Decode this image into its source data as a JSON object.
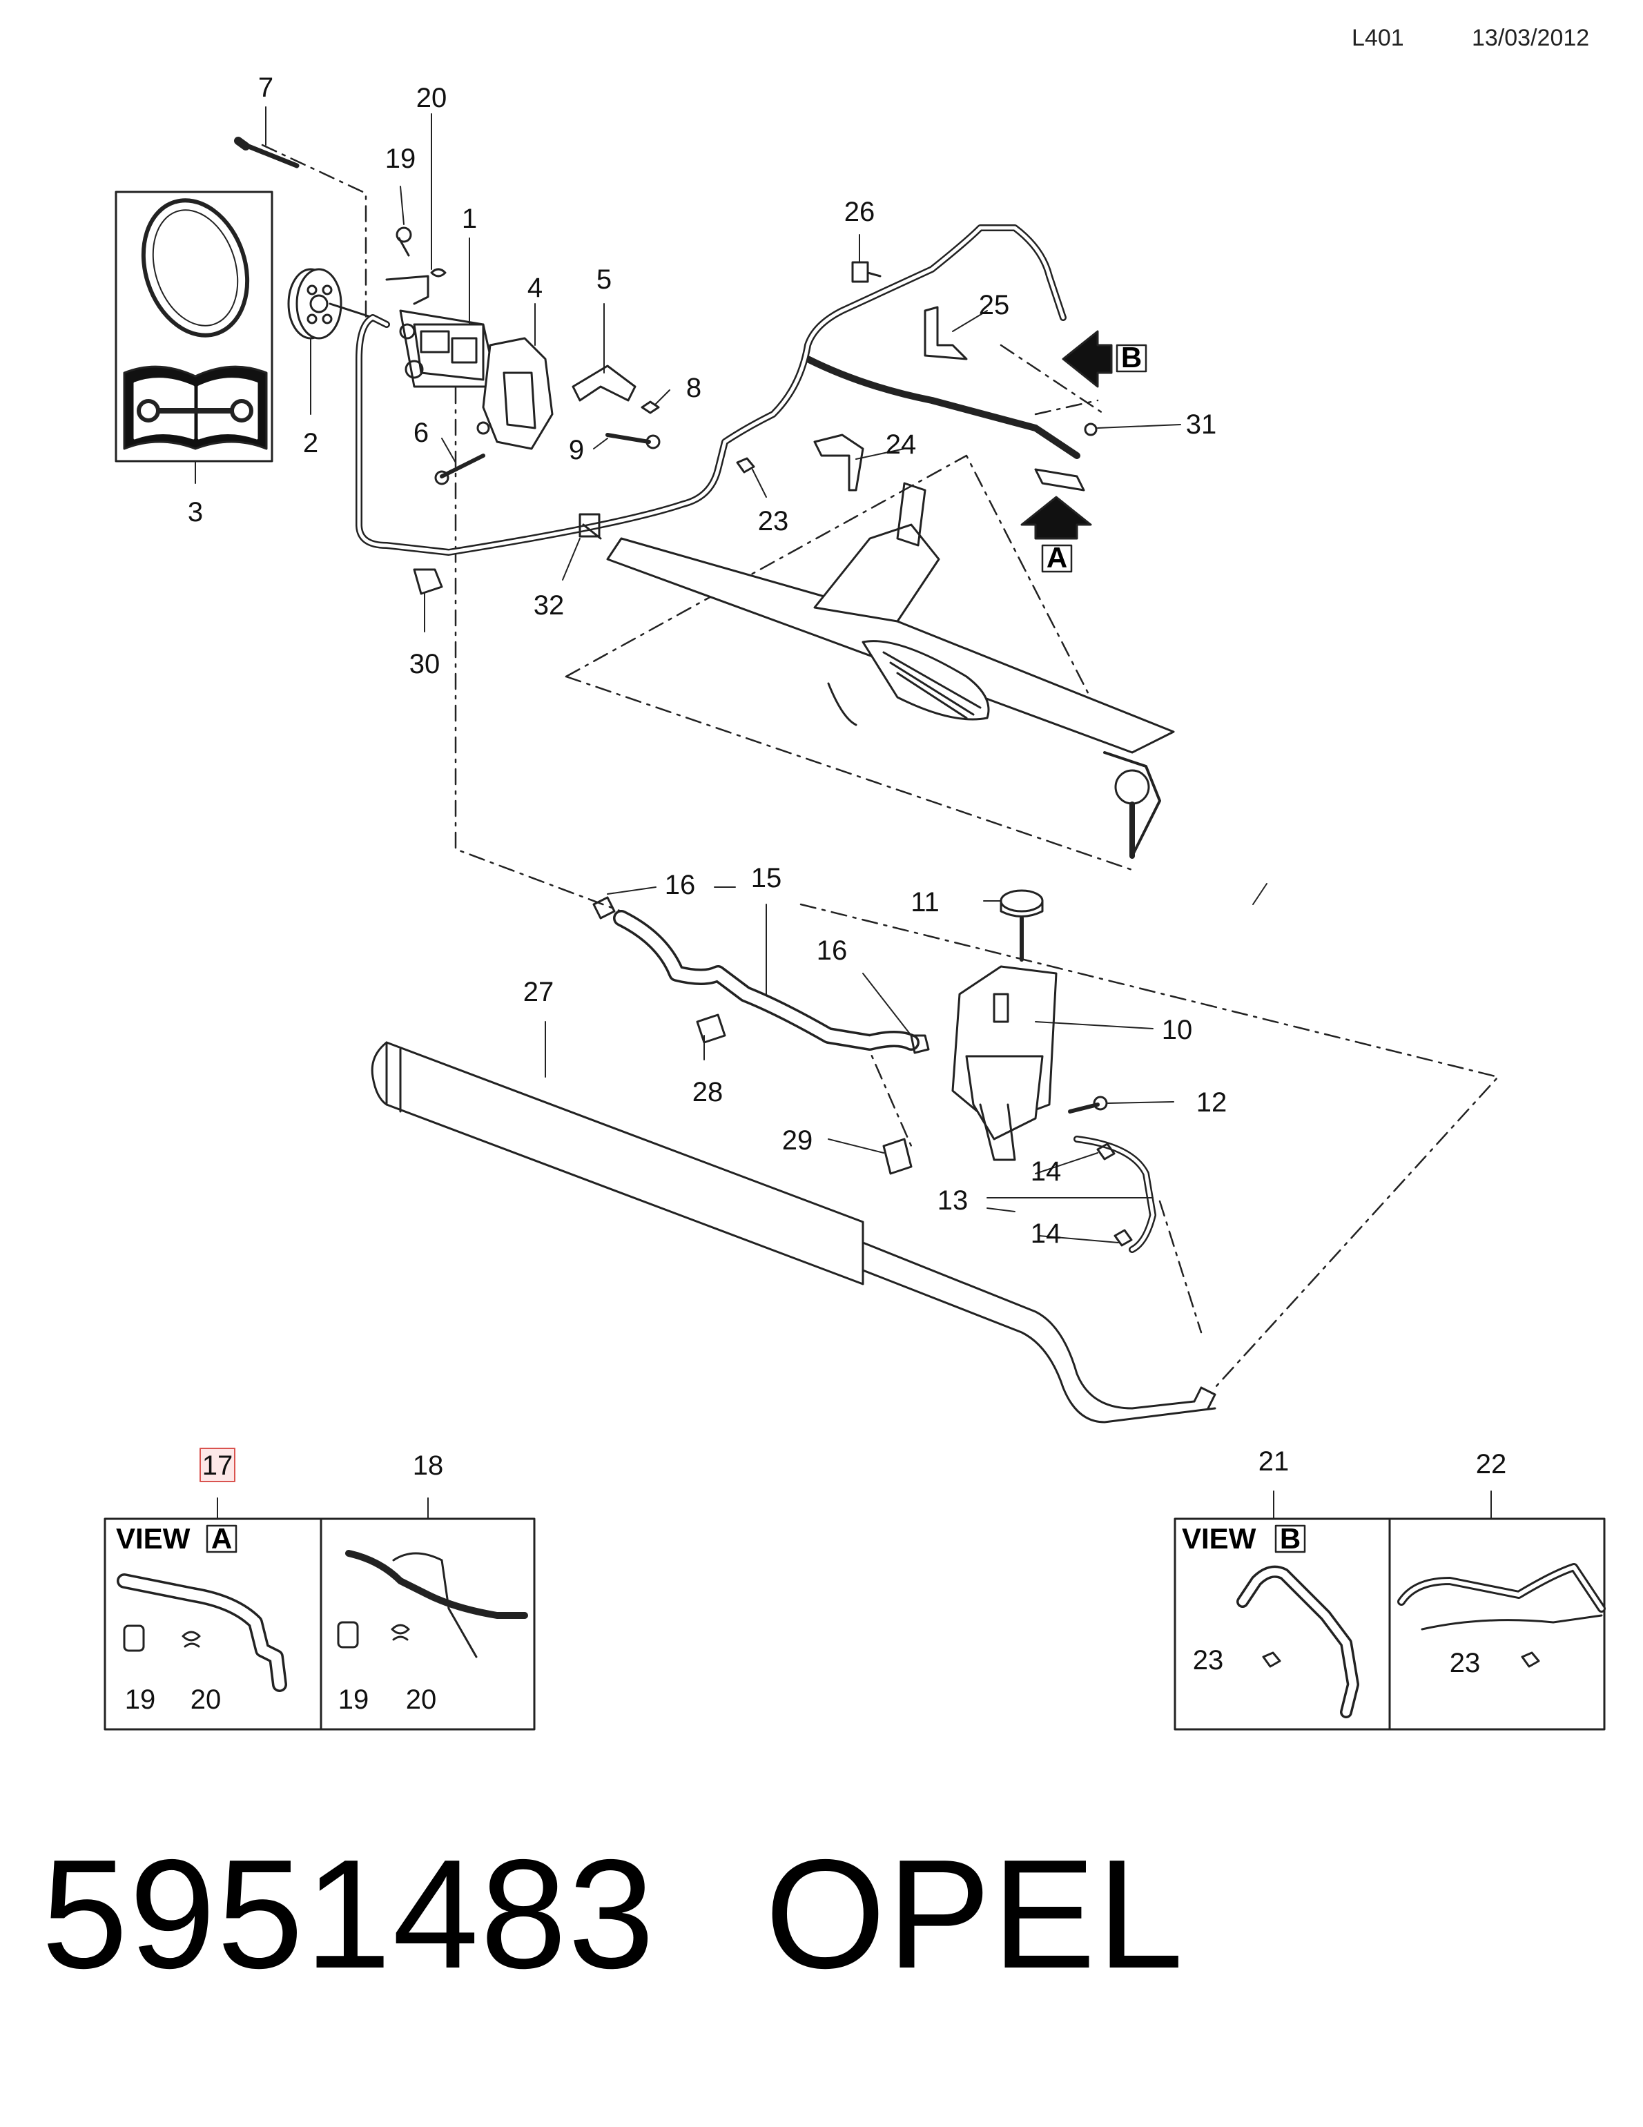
{
  "header": {
    "code": "L401",
    "date": "13/03/2012"
  },
  "footer": {
    "part_number": "5951483",
    "brand": "OPEL"
  },
  "views": {
    "a": {
      "word": "VIEW",
      "letter": "A"
    },
    "b": {
      "word": "VIEW",
      "letter": "B"
    }
  },
  "arrows": {
    "a": "A",
    "b": "B"
  },
  "callouts": [
    {
      "id": "c7",
      "label": "7"
    },
    {
      "id": "c20a",
      "label": "20"
    },
    {
      "id": "c19a",
      "label": "19"
    },
    {
      "id": "c1",
      "label": "1"
    },
    {
      "id": "c4",
      "label": "4"
    },
    {
      "id": "c5",
      "label": "5"
    },
    {
      "id": "c8",
      "label": "8"
    },
    {
      "id": "c9",
      "label": "9"
    },
    {
      "id": "c6",
      "label": "6"
    },
    {
      "id": "c2",
      "label": "2"
    },
    {
      "id": "c3",
      "label": "3"
    },
    {
      "id": "c26",
      "label": "26"
    },
    {
      "id": "c25",
      "label": "25"
    },
    {
      "id": "c31",
      "label": "31"
    },
    {
      "id": "c24",
      "label": "24"
    },
    {
      "id": "c23a",
      "label": "23"
    },
    {
      "id": "c32",
      "label": "32"
    },
    {
      "id": "c30",
      "label": "30"
    },
    {
      "id": "c16a",
      "label": "16"
    },
    {
      "id": "c15",
      "label": "15"
    },
    {
      "id": "c16b",
      "label": "16"
    },
    {
      "id": "c11",
      "label": "11"
    },
    {
      "id": "c27",
      "label": "27"
    },
    {
      "id": "c10",
      "label": "10"
    },
    {
      "id": "c28",
      "label": "28"
    },
    {
      "id": "c12",
      "label": "12"
    },
    {
      "id": "c29",
      "label": "29"
    },
    {
      "id": "c14a",
      "label": "14"
    },
    {
      "id": "c13",
      "label": "13"
    },
    {
      "id": "c14b",
      "label": "14"
    },
    {
      "id": "c17",
      "label": "17"
    },
    {
      "id": "c18",
      "label": "18"
    },
    {
      "id": "c21",
      "label": "21"
    },
    {
      "id": "c22",
      "label": "22"
    },
    {
      "id": "c19b",
      "label": "19"
    },
    {
      "id": "c20b",
      "label": "20"
    },
    {
      "id": "c19c",
      "label": "19"
    },
    {
      "id": "c20c",
      "label": "20"
    },
    {
      "id": "c23b",
      "label": "23"
    },
    {
      "id": "c23c",
      "label": "23"
    }
  ],
  "colors": {
    "line": "#222222",
    "highlight_border": "#d9534f",
    "highlight_fill": "#fde8e8"
  }
}
